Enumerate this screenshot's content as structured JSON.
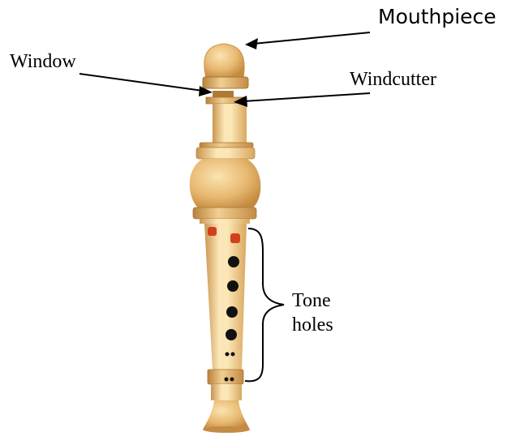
{
  "labels": {
    "mouthpiece": "Mouthpiece",
    "window": "Window",
    "windcutter": "Windcutter",
    "tone_holes_line1": "Tone",
    "tone_holes_line2": "holes"
  },
  "colors": {
    "wood_light": "#fbe6b6",
    "wood_mid": "#efc98a",
    "wood_dark": "#c9954c",
    "hole_black": "#111111",
    "hole_red": "#d1401a",
    "ink": "#000000"
  }
}
